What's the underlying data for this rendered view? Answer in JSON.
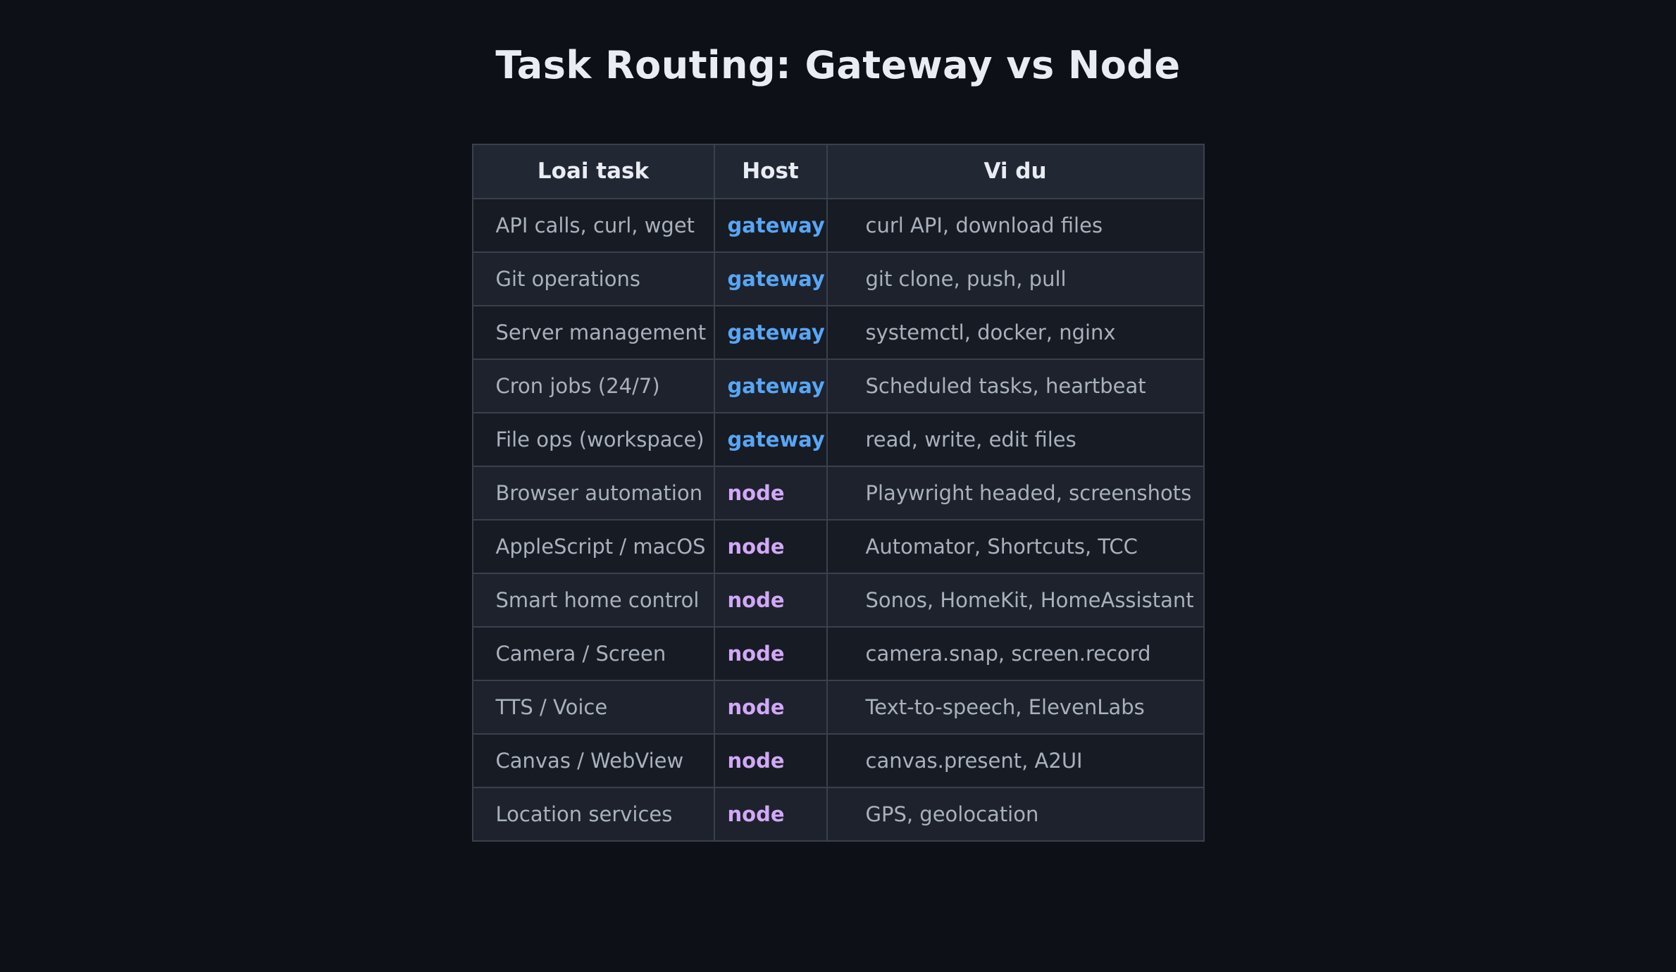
{
  "page": {
    "title": "Task Routing: Gateway vs Node"
  },
  "table": {
    "headers": [
      "Loai task",
      "Host",
      "Vi du"
    ],
    "rows": [
      {
        "task": "API calls, curl, wget",
        "host": "gateway",
        "example": "curl API, download files"
      },
      {
        "task": "Git operations",
        "host": "gateway",
        "example": "git clone, push, pull"
      },
      {
        "task": "Server management",
        "host": "gateway",
        "example": "systemctl, docker, nginx"
      },
      {
        "task": "Cron jobs (24/7)",
        "host": "gateway",
        "example": "Scheduled tasks, heartbeat"
      },
      {
        "task": "File ops (workspace)",
        "host": "gateway",
        "example": "read, write, edit files"
      },
      {
        "task": "Browser automation",
        "host": "node",
        "example": "Playwright headed, screenshots"
      },
      {
        "task": "AppleScript / macOS",
        "host": "node",
        "example": "Automator, Shortcuts, TCC"
      },
      {
        "task": "Smart home control",
        "host": "node",
        "example": "Sonos, HomeKit, HomeAssistant"
      },
      {
        "task": "Camera / Screen",
        "host": "node",
        "example": "camera.snap, screen.record"
      },
      {
        "task": "TTS / Voice",
        "host": "node",
        "example": "Text-to-speech, ElevenLabs"
      },
      {
        "task": "Canvas / WebView",
        "host": "node",
        "example": "canvas.present, A2UI"
      },
      {
        "task": "Location services",
        "host": "node",
        "example": "GPS, geolocation"
      }
    ]
  },
  "colors": {
    "page_background": "#0d1016",
    "header_background": "#222734",
    "row_odd_background": "#171b23",
    "row_even_background": "#1d222c",
    "border": "#3a414c",
    "heading_text": "#e9edf3",
    "body_text": "#a9b1bc",
    "gateway_accent": "#58a6f5",
    "node_accent": "#d2a8f8"
  }
}
